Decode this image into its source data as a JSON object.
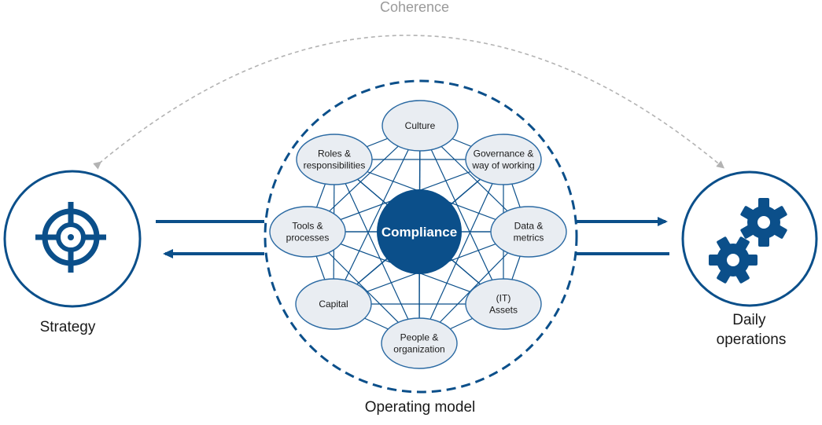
{
  "labels": {
    "coherence": "Coherence",
    "strategy": "Strategy",
    "daily_line1": "Daily",
    "daily_line2": "operations",
    "operating_model": "Operating model",
    "center": "Compliance"
  },
  "nodes": [
    {
      "id": "culture",
      "lines": [
        "Culture"
      ]
    },
    {
      "id": "governance",
      "lines": [
        "Governance &",
        "way of working"
      ]
    },
    {
      "id": "data-metrics",
      "lines": [
        "Data &",
        "metrics"
      ]
    },
    {
      "id": "it-assets",
      "lines": [
        "(IT)",
        "Assets"
      ]
    },
    {
      "id": "people-organization",
      "lines": [
        "People &",
        "organization"
      ]
    },
    {
      "id": "capital",
      "lines": [
        "Capital"
      ]
    },
    {
      "id": "tools-processes",
      "lines": [
        "Tools &",
        "processes"
      ]
    },
    {
      "id": "roles-responsibilities",
      "lines": [
        "Roles &",
        "responsibilities"
      ]
    }
  ],
  "icons": {
    "strategy": "target-crosshair-icon",
    "daily_operations": "gears-icon"
  },
  "colors": {
    "primary": "#0b4f8a",
    "node_fill": "#e9edf2",
    "node_stroke": "#2b6aa3",
    "coherence_arrow": "#b3b3b3",
    "text": "#1a1a1a"
  }
}
